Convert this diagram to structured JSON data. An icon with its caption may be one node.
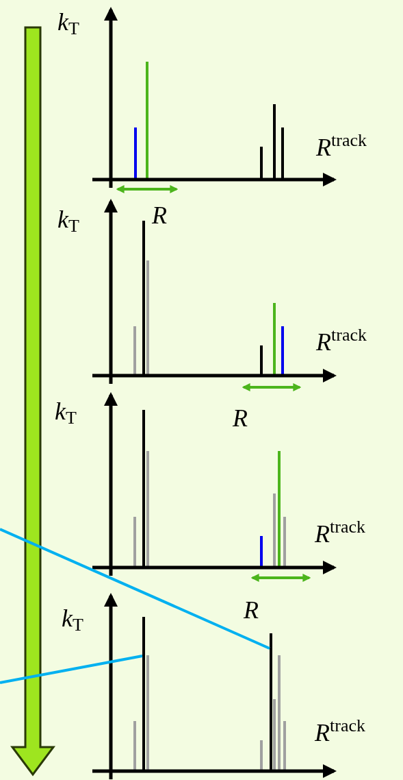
{
  "diagram": {
    "labels": [
      "*k*$_{T}$",
      "*R*$^{track}$",
      "*R*",
      "*k*$_{T}$",
      "*R*$^{track}$",
      "*R*",
      "*k*$_{T}$",
      "*R*$^{track}$",
      "*R*",
      "*k*$_{T}$",
      "*R*$^{track}$"
    ]
  }
}
